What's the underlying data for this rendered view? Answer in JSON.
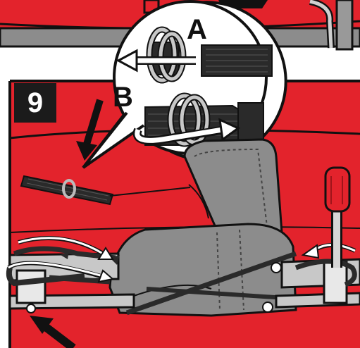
{
  "step": {
    "number": "9"
  },
  "callout": {
    "label_a": "A",
    "label_b": "B"
  },
  "colors": {
    "frame_red": "#e3232c",
    "outline": "#111111",
    "seat_gray": "#8c8c8c",
    "strap_dark": "#2a2a2a",
    "metal": "#c8c8c8",
    "arrow": "#111111"
  },
  "icons": [
    "d-ring-icon",
    "strap-icon",
    "seat-icon",
    "handle-grip-icon",
    "direction-arrow-icon",
    "pointer-arrow-icon"
  ]
}
